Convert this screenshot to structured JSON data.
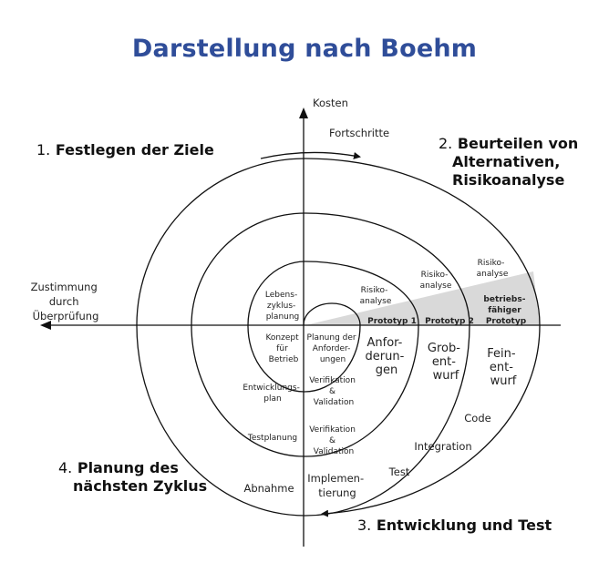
{
  "title": "Darstellung nach Boehm",
  "axes": {
    "top": "Kosten",
    "left": [
      "Zustimmung",
      "durch",
      "Überprüfung"
    ],
    "progress": "Fortschritte"
  },
  "quadrants": {
    "q1": {
      "num": "1.",
      "text": "Festlegen der Ziele"
    },
    "q2": {
      "num": "2.",
      "line1": "Beurteilen von",
      "line2": "Alternativen,",
      "line3": "Risikoanalyse"
    },
    "q3": {
      "num": "3.",
      "text": "Entwicklung und Test"
    },
    "q4": {
      "num": "4.",
      "line1": "Planung des",
      "line2": "nächsten Zyklus"
    }
  },
  "upper_left": {
    "lebenszyklus": [
      "Lebens-",
      "zyklus-",
      "planung"
    ]
  },
  "lower_left": {
    "konzept": [
      "Konzept",
      "für",
      "Betrieb"
    ],
    "planung": [
      "Planung der",
      "Anforder-",
      "ungen"
    ],
    "entwicklungsplan": [
      "Entwicklungs-",
      "plan"
    ],
    "verifikation1": [
      "Verifikation",
      "&",
      "Validation"
    ],
    "testplanung": "Testplanung",
    "verifikation2": [
      "Verifikation",
      "&",
      "Validation"
    ],
    "abnahme": "Abnahme",
    "implementierung": [
      "Implemen-",
      "tierung"
    ]
  },
  "upper_right": {
    "risiko1": [
      "Risiko-",
      "analyse"
    ],
    "risiko2": [
      "Risiko-",
      "analyse"
    ],
    "risiko3": [
      "Risiko-",
      "analyse"
    ],
    "prototyp1": "Prototyp 1",
    "prototyp2": "Prototyp 2",
    "betriebsfaehig": [
      "betriebs-",
      "fähiger",
      "Prototyp"
    ]
  },
  "lower_right": {
    "anforderungen": [
      "Anfor-",
      "derun-",
      "gen"
    ],
    "grobentwurf": [
      "Grob-",
      "ent-",
      "wurf"
    ],
    "feinentwurf": [
      "Fein-",
      "ent-",
      "wurf"
    ],
    "code": "Code",
    "integration": "Integration",
    "test": "Test"
  },
  "colors": {
    "title": "#2f4d99",
    "shade": "#d9d9d9",
    "line": "#111111"
  }
}
